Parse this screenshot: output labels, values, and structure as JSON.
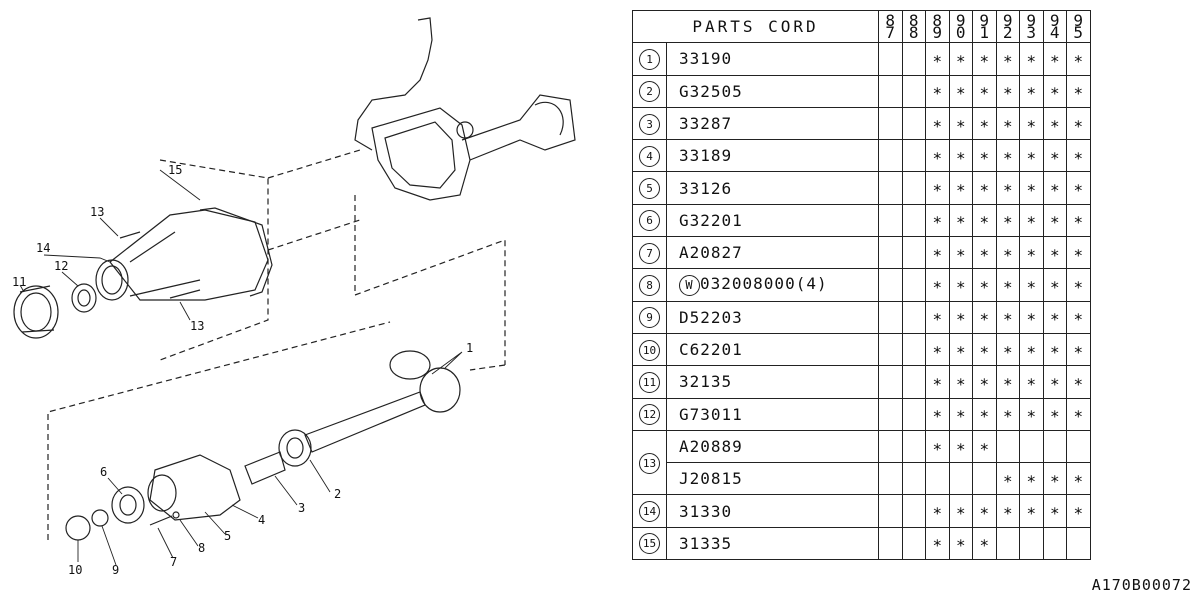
{
  "diagram": {
    "callouts": [
      "1",
      "2",
      "3",
      "4",
      "5",
      "6",
      "7",
      "8",
      "9",
      "10",
      "11",
      "12",
      "13",
      "13",
      "14",
      "15"
    ]
  },
  "table": {
    "header": "PARTS CORD",
    "years": [
      [
        "8",
        "7"
      ],
      [
        "8",
        "8"
      ],
      [
        "8",
        "9"
      ],
      [
        "9",
        "0"
      ],
      [
        "9",
        "1"
      ],
      [
        "9",
        "2"
      ],
      [
        "9",
        "3"
      ],
      [
        "9",
        "4"
      ],
      [
        "9",
        "5"
      ]
    ],
    "mark": "∗",
    "rows": [
      {
        "num": "1",
        "code": "33190",
        "marks": [
          0,
          0,
          1,
          1,
          1,
          1,
          1,
          1,
          1
        ]
      },
      {
        "num": "2",
        "code": "G32505",
        "marks": [
          0,
          0,
          1,
          1,
          1,
          1,
          1,
          1,
          1
        ]
      },
      {
        "num": "3",
        "code": "33287",
        "marks": [
          0,
          0,
          1,
          1,
          1,
          1,
          1,
          1,
          1
        ]
      },
      {
        "num": "4",
        "code": "33189",
        "marks": [
          0,
          0,
          1,
          1,
          1,
          1,
          1,
          1,
          1
        ]
      },
      {
        "num": "5",
        "code": "33126",
        "marks": [
          0,
          0,
          1,
          1,
          1,
          1,
          1,
          1,
          1
        ]
      },
      {
        "num": "6",
        "code": "G32201",
        "marks": [
          0,
          0,
          1,
          1,
          1,
          1,
          1,
          1,
          1
        ]
      },
      {
        "num": "7",
        "code": "A20827",
        "marks": [
          0,
          0,
          1,
          1,
          1,
          1,
          1,
          1,
          1
        ]
      },
      {
        "num": "8",
        "code_prefix": "W",
        "code": "032008000(4)",
        "marks": [
          0,
          0,
          1,
          1,
          1,
          1,
          1,
          1,
          1
        ]
      },
      {
        "num": "9",
        "code": "D52203",
        "marks": [
          0,
          0,
          1,
          1,
          1,
          1,
          1,
          1,
          1
        ]
      },
      {
        "num": "10",
        "code": "C62201",
        "marks": [
          0,
          0,
          1,
          1,
          1,
          1,
          1,
          1,
          1
        ]
      },
      {
        "num": "11",
        "code": "32135",
        "marks": [
          0,
          0,
          1,
          1,
          1,
          1,
          1,
          1,
          1
        ]
      },
      {
        "num": "12",
        "code": "G73011",
        "marks": [
          0,
          0,
          1,
          1,
          1,
          1,
          1,
          1,
          1
        ]
      },
      {
        "num": "13",
        "code": "A20889",
        "marks": [
          0,
          0,
          1,
          1,
          1,
          0,
          0,
          0,
          0
        ],
        "sub": {
          "code": "J20815",
          "marks": [
            0,
            0,
            0,
            0,
            0,
            1,
            1,
            1,
            1
          ]
        }
      },
      {
        "num": "14",
        "code": "31330",
        "marks": [
          0,
          0,
          1,
          1,
          1,
          1,
          1,
          1,
          1
        ]
      },
      {
        "num": "15",
        "code": "31335",
        "marks": [
          0,
          0,
          1,
          1,
          1,
          0,
          0,
          0,
          0
        ]
      }
    ]
  },
  "figure_code": "A170B00072"
}
